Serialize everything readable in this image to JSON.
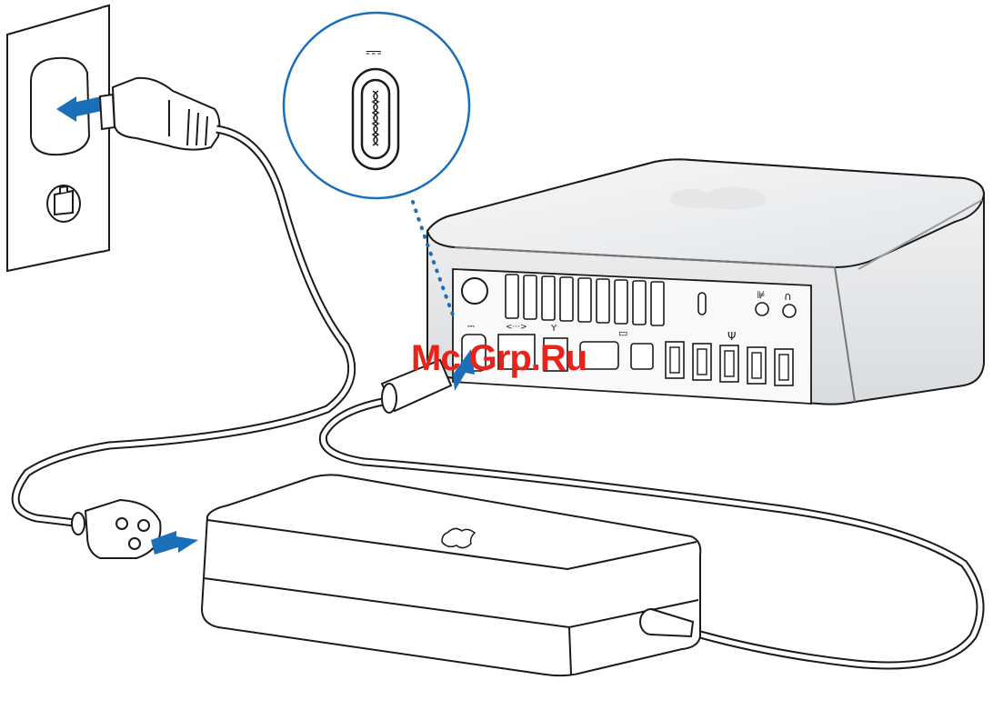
{
  "diagram": {
    "dc_symbol": "⎓",
    "ethernet_symbol": "<···>",
    "firewire_symbol": "Y",
    "display_symbol": "▭",
    "usb_symbol": "Ψ",
    "audio_in_symbol": "⊯",
    "headphone_symbol": "∩"
  },
  "watermark": {
    "text": "Mc Grp.Ru",
    "color": "#e8231c"
  },
  "colors": {
    "arrow": "#1a6fb8",
    "callout": "#1a6fb8",
    "line": "#1a1a1a",
    "chassis_top": "#eef0f2",
    "apple_logo": "#e4e6e8"
  },
  "icons": [
    "wall-outlet-icon",
    "phone-jack-icon",
    "apple-logo-icon",
    "power-port-icon",
    "usb-port-icon"
  ]
}
